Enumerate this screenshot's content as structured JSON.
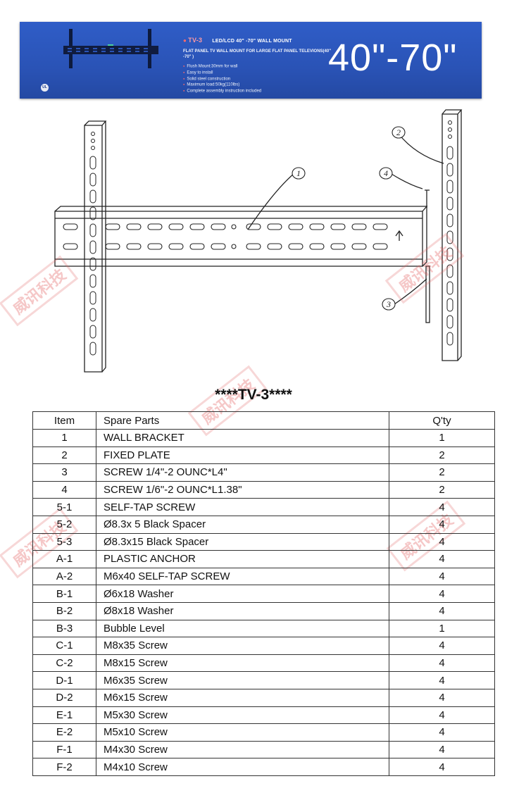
{
  "banner": {
    "model": "TV-3",
    "product_type": "LED/LCD 40\" -70\" WALL MOUNT",
    "description": "FLAT PANEL TV WALL MOUNT FOR LARGE FLAT PANEL TELEVIONS(40\" -70\" )",
    "features": [
      "Flush Mount:30mm for wall",
      "Easy to install",
      "Solid steel construction",
      "Maximum load:50kg(110lbs)",
      "Complete assembly instruction included"
    ],
    "size_range": "40\"-70\"",
    "badge": "UL",
    "colors": {
      "box_blue": "#2a53b6",
      "accent_red": "#ff6a6a"
    }
  },
  "diagram": {
    "callouts": [
      "1",
      "2",
      "3",
      "4"
    ]
  },
  "watermark": {
    "text": "威讯科技",
    "color": "#e15f5f"
  },
  "table": {
    "title": "****TV-3****",
    "headers": {
      "item": "Item",
      "part": "Spare Parts",
      "qty": "Q'ty"
    },
    "rows": [
      {
        "item": "1",
        "part": "WALL BRACKET",
        "qty": "1"
      },
      {
        "item": "2",
        "part": "FIXED PLATE",
        "qty": "2"
      },
      {
        "item": "3",
        "part": "SCREW 1/4\"-2 OUNC*L4\"",
        "qty": "2"
      },
      {
        "item": "4",
        "part": "SCREW 1/6\"-2 OUNC*L1.38\"",
        "qty": "2"
      },
      {
        "item": "5-1",
        "part": "SELF-TAP SCREW",
        "qty": "4"
      },
      {
        "item": "5-2",
        "part": "Ø8.3x 5 Black Spacer",
        "qty": "4"
      },
      {
        "item": "5-3",
        "part": "Ø8.3x15 Black Spacer",
        "qty": "4"
      },
      {
        "item": "A-1",
        "part": "PLASTIC ANCHOR",
        "qty": "4"
      },
      {
        "item": "A-2",
        "part": "M6x40 SELF-TAP SCREW",
        "qty": "4"
      },
      {
        "item": "B-1",
        "part": "Ø6x18 Washer",
        "qty": "4"
      },
      {
        "item": "B-2",
        "part": "Ø8x18 Washer",
        "qty": "4"
      },
      {
        "item": "B-3",
        "part": "Bubble Level",
        "qty": "1"
      },
      {
        "item": "C-1",
        "part": "M8x35 Screw",
        "qty": "4"
      },
      {
        "item": "C-2",
        "part": "M8x15 Screw",
        "qty": "4"
      },
      {
        "item": "D-1",
        "part": "M6x35 Screw",
        "qty": "4"
      },
      {
        "item": "D-2",
        "part": "M6x15 Screw",
        "qty": "4"
      },
      {
        "item": "E-1",
        "part": "M5x30 Screw",
        "qty": "4"
      },
      {
        "item": "E-2",
        "part": "M5x10 Screw",
        "qty": "4"
      },
      {
        "item": "F-1",
        "part": "M4x30 Screw",
        "qty": "4"
      },
      {
        "item": "F-2",
        "part": "M4x10 Screw",
        "qty": "4"
      }
    ]
  }
}
